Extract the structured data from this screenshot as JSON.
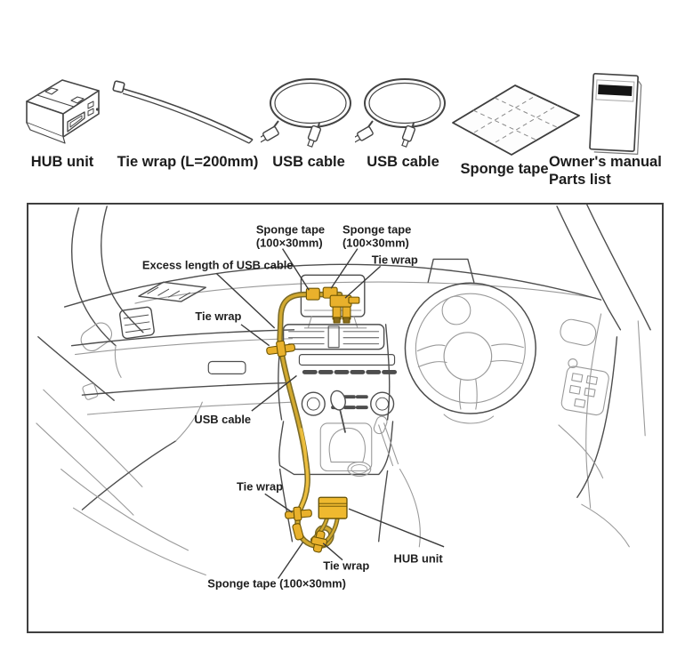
{
  "parts_row": {
    "items": [
      {
        "name": "hub-unit",
        "label": "HUB unit"
      },
      {
        "name": "tie-wrap",
        "label": "Tie wrap (L=200mm)"
      },
      {
        "name": "usb-cable-1",
        "label": "USB cable"
      },
      {
        "name": "usb-cable-2",
        "label": "USB cable"
      },
      {
        "name": "sponge-tape",
        "label": "Sponge tape"
      },
      {
        "name": "owners-manual",
        "label_line1": "Owner's manual",
        "label_line2": "Parts list"
      }
    ]
  },
  "diagram": {
    "labels": {
      "sponge_tape_top_left_1": "Sponge tape",
      "sponge_tape_top_left_2": "(100×30mm)",
      "sponge_tape_top_right_1": "Sponge tape",
      "sponge_tape_top_right_2": "(100×30mm)",
      "tie_wrap_top": "Tie wrap",
      "excess_length": "Excess length of USB cable",
      "tie_wrap_mid": "Tie wrap",
      "usb_cable": "USB cable",
      "tie_wrap_lower": "Tie wrap",
      "tie_wrap_loop": "Tie wrap",
      "sponge_tape_bottom": "Sponge tape (100×30mm)",
      "hub_unit": "HUB unit"
    },
    "colors": {
      "cable_olive": "#7a6a28",
      "cable_gold": "#d2a92f",
      "cable_highlight": "#ecbe3e",
      "connector_gold": "#e9b12c",
      "hub_fill": "#efb92f",
      "line_art": "#4d4d4d"
    }
  }
}
